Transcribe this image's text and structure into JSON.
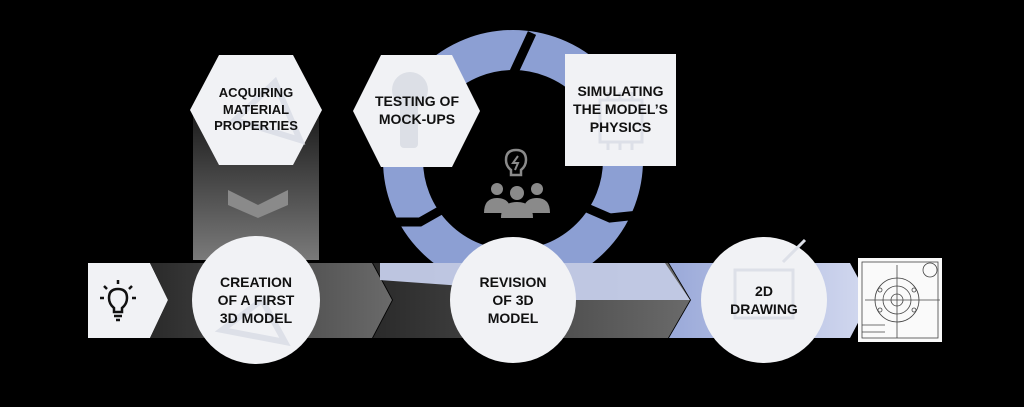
{
  "steps": {
    "acquiring": "ACQUIRING\nMATERIAL\nPROPERTIES",
    "testing": "TESTING OF\nMOCK-UPS",
    "simulating": "SIMULATING\nTHE MODEL’S\nPHYSICS",
    "creation": "CREATION\nOF A FIRST\n3D MODEL",
    "revision": "REVISION\nOF 3D\nMODEL",
    "drawing": "2D\nDRAWING"
  },
  "icons": {
    "start": "lightbulb-icon",
    "center": "team-idea-icon",
    "end": "technical-drawing-thumbnail"
  },
  "colors": {
    "background": "#000000",
    "cycle_ring": "#8c9fd3",
    "arrow_dark": "#5a5a5a",
    "arrow_light": "#c5cdea",
    "node_fill": "#f1f2f5"
  }
}
